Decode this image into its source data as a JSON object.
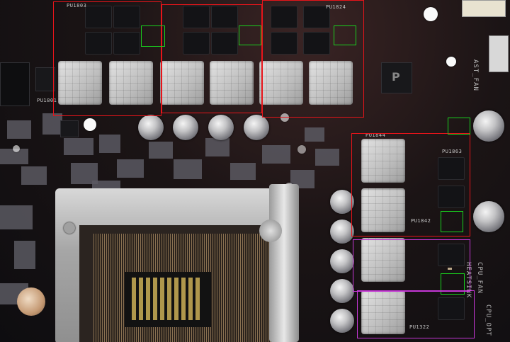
{
  "image": {
    "subject": "motherboard-vrm-closeup",
    "annotation_colors": {
      "red": "#e8141a",
      "green": "#19d21e",
      "magenta": "#c637d6"
    }
  },
  "silkscreen": {
    "top_label_1": "PU1803",
    "top_label_2": "PU1824",
    "left_label": "PU1801",
    "right_label_1": "PU1844",
    "right_label_2": "PU1863",
    "right_label_3": "PU1842",
    "right_label_4": "PU1322",
    "cha_fan": "AST_FAN",
    "cpu_fan": "CPU_FAN",
    "heatsink": "HEATSINK",
    "cpu_opt": "CPU_OPT"
  },
  "controller_logo": "P"
}
